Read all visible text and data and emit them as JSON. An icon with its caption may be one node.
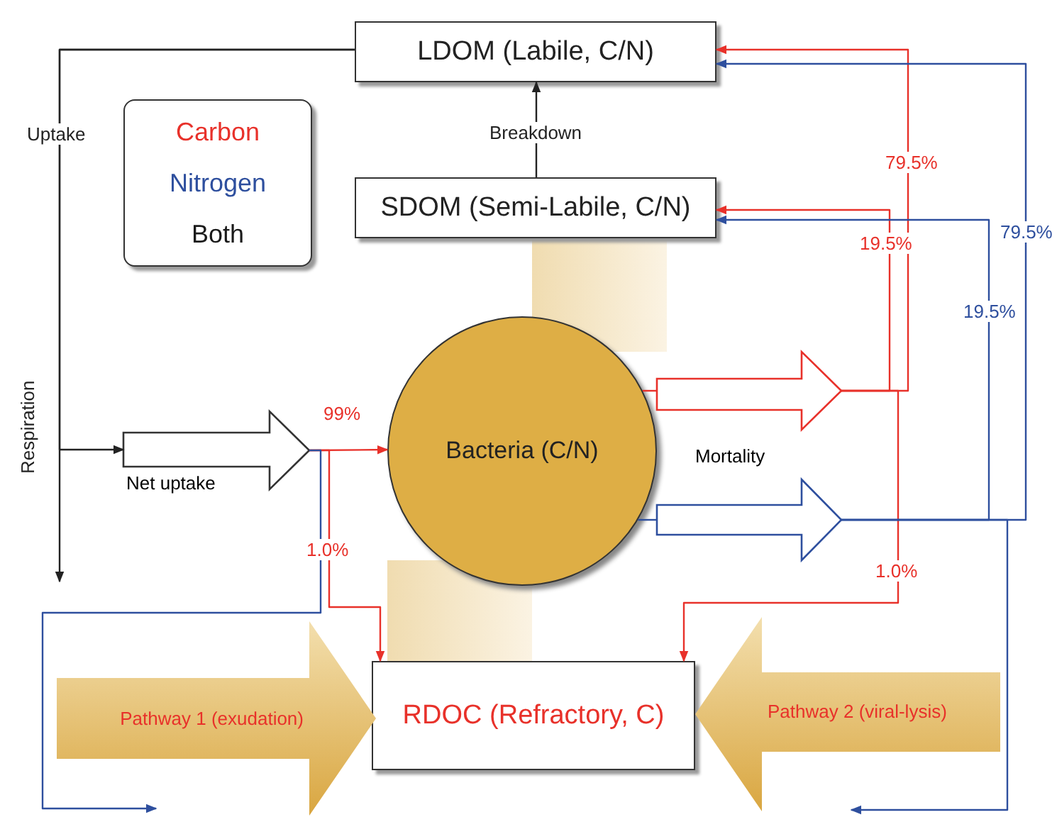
{
  "diagram": {
    "nodes": [
      {
        "text": [
          "LDOM (Labile, C/N)"
        ]
      },
      {
        "text": [
          "SDOM (Semi-Labile, C/N)"
        ]
      },
      {
        "text": [
          "Bacteria (C/N)"
        ]
      },
      {
        "text": [
          "RDOC (Refractory, C)"
        ]
      },
      {
        "text": [],
        "shape": "arrow",
        "beside": [
          "Net uptake"
        ]
      },
      {
        "text": [
          "Pathway 1 (exudation)"
        ]
      },
      {
        "text": [
          "Pathway 2 (viral-lysis)"
        ]
      },
      {
        "text": [],
        "shape": "arrow"
      },
      {
        "text": [],
        "shape": "arrow"
      },
      {
        "text": [],
        "shape": "band"
      },
      {
        "text": [],
        "shape": "band"
      }
    ],
    "edges": [
      {
        "from": 0,
        "to": 4,
        "arrow": "to",
        "label": "Uptake",
        "color": "#222222"
      },
      {
        "from": 0,
        "to": null,
        "arrow": "to",
        "label": "Respiration",
        "color": "#222222"
      },
      {
        "from": 1,
        "to": 0,
        "arrow": "to",
        "label": "Breakdown",
        "color": "#222222"
      },
      {
        "from": 4,
        "to": 2,
        "arrow": "to",
        "label": "99%",
        "color": "#e8312a"
      },
      {
        "from": 4,
        "to": 3,
        "arrow": "to",
        "label": "1.0%",
        "color": "#e8312a"
      },
      {
        "from": 4,
        "to": null,
        "arrow": "to",
        "color": "#2e4f9e"
      },
      {
        "from": 7,
        "to": 0,
        "arrow": "to",
        "label": "79.5%",
        "color": "#e8312a"
      },
      {
        "from": 7,
        "to": 1,
        "arrow": "to",
        "label": "19.5%",
        "color": "#e8312a"
      },
      {
        "from": 7,
        "to": 3,
        "arrow": "to",
        "label": "1.0%",
        "color": "#e8312a"
      },
      {
        "from": 8,
        "to": 0,
        "arrow": "to",
        "label": "79.5%",
        "color": "#2e4f9e"
      },
      {
        "from": 8,
        "to": 1,
        "arrow": "to",
        "label": "19.5%",
        "color": "#2e4f9e"
      },
      {
        "from": 8,
        "to": null,
        "arrow": "to",
        "color": "#2e4f9e"
      },
      {
        "from": 2,
        "to": 7,
        "arrow": "none",
        "color": "#e8312a"
      },
      {
        "from": 2,
        "to": 8,
        "arrow": "none",
        "color": "#2e4f9e"
      }
    ],
    "labels": [
      "Mortality"
    ],
    "legend": [
      {
        "text": "Carbon",
        "color": "#e8312a"
      },
      {
        "text": "Nitrogen",
        "color": "#2e4f9e"
      },
      {
        "text": "Both",
        "color": "#1a1a1a"
      }
    ]
  }
}
